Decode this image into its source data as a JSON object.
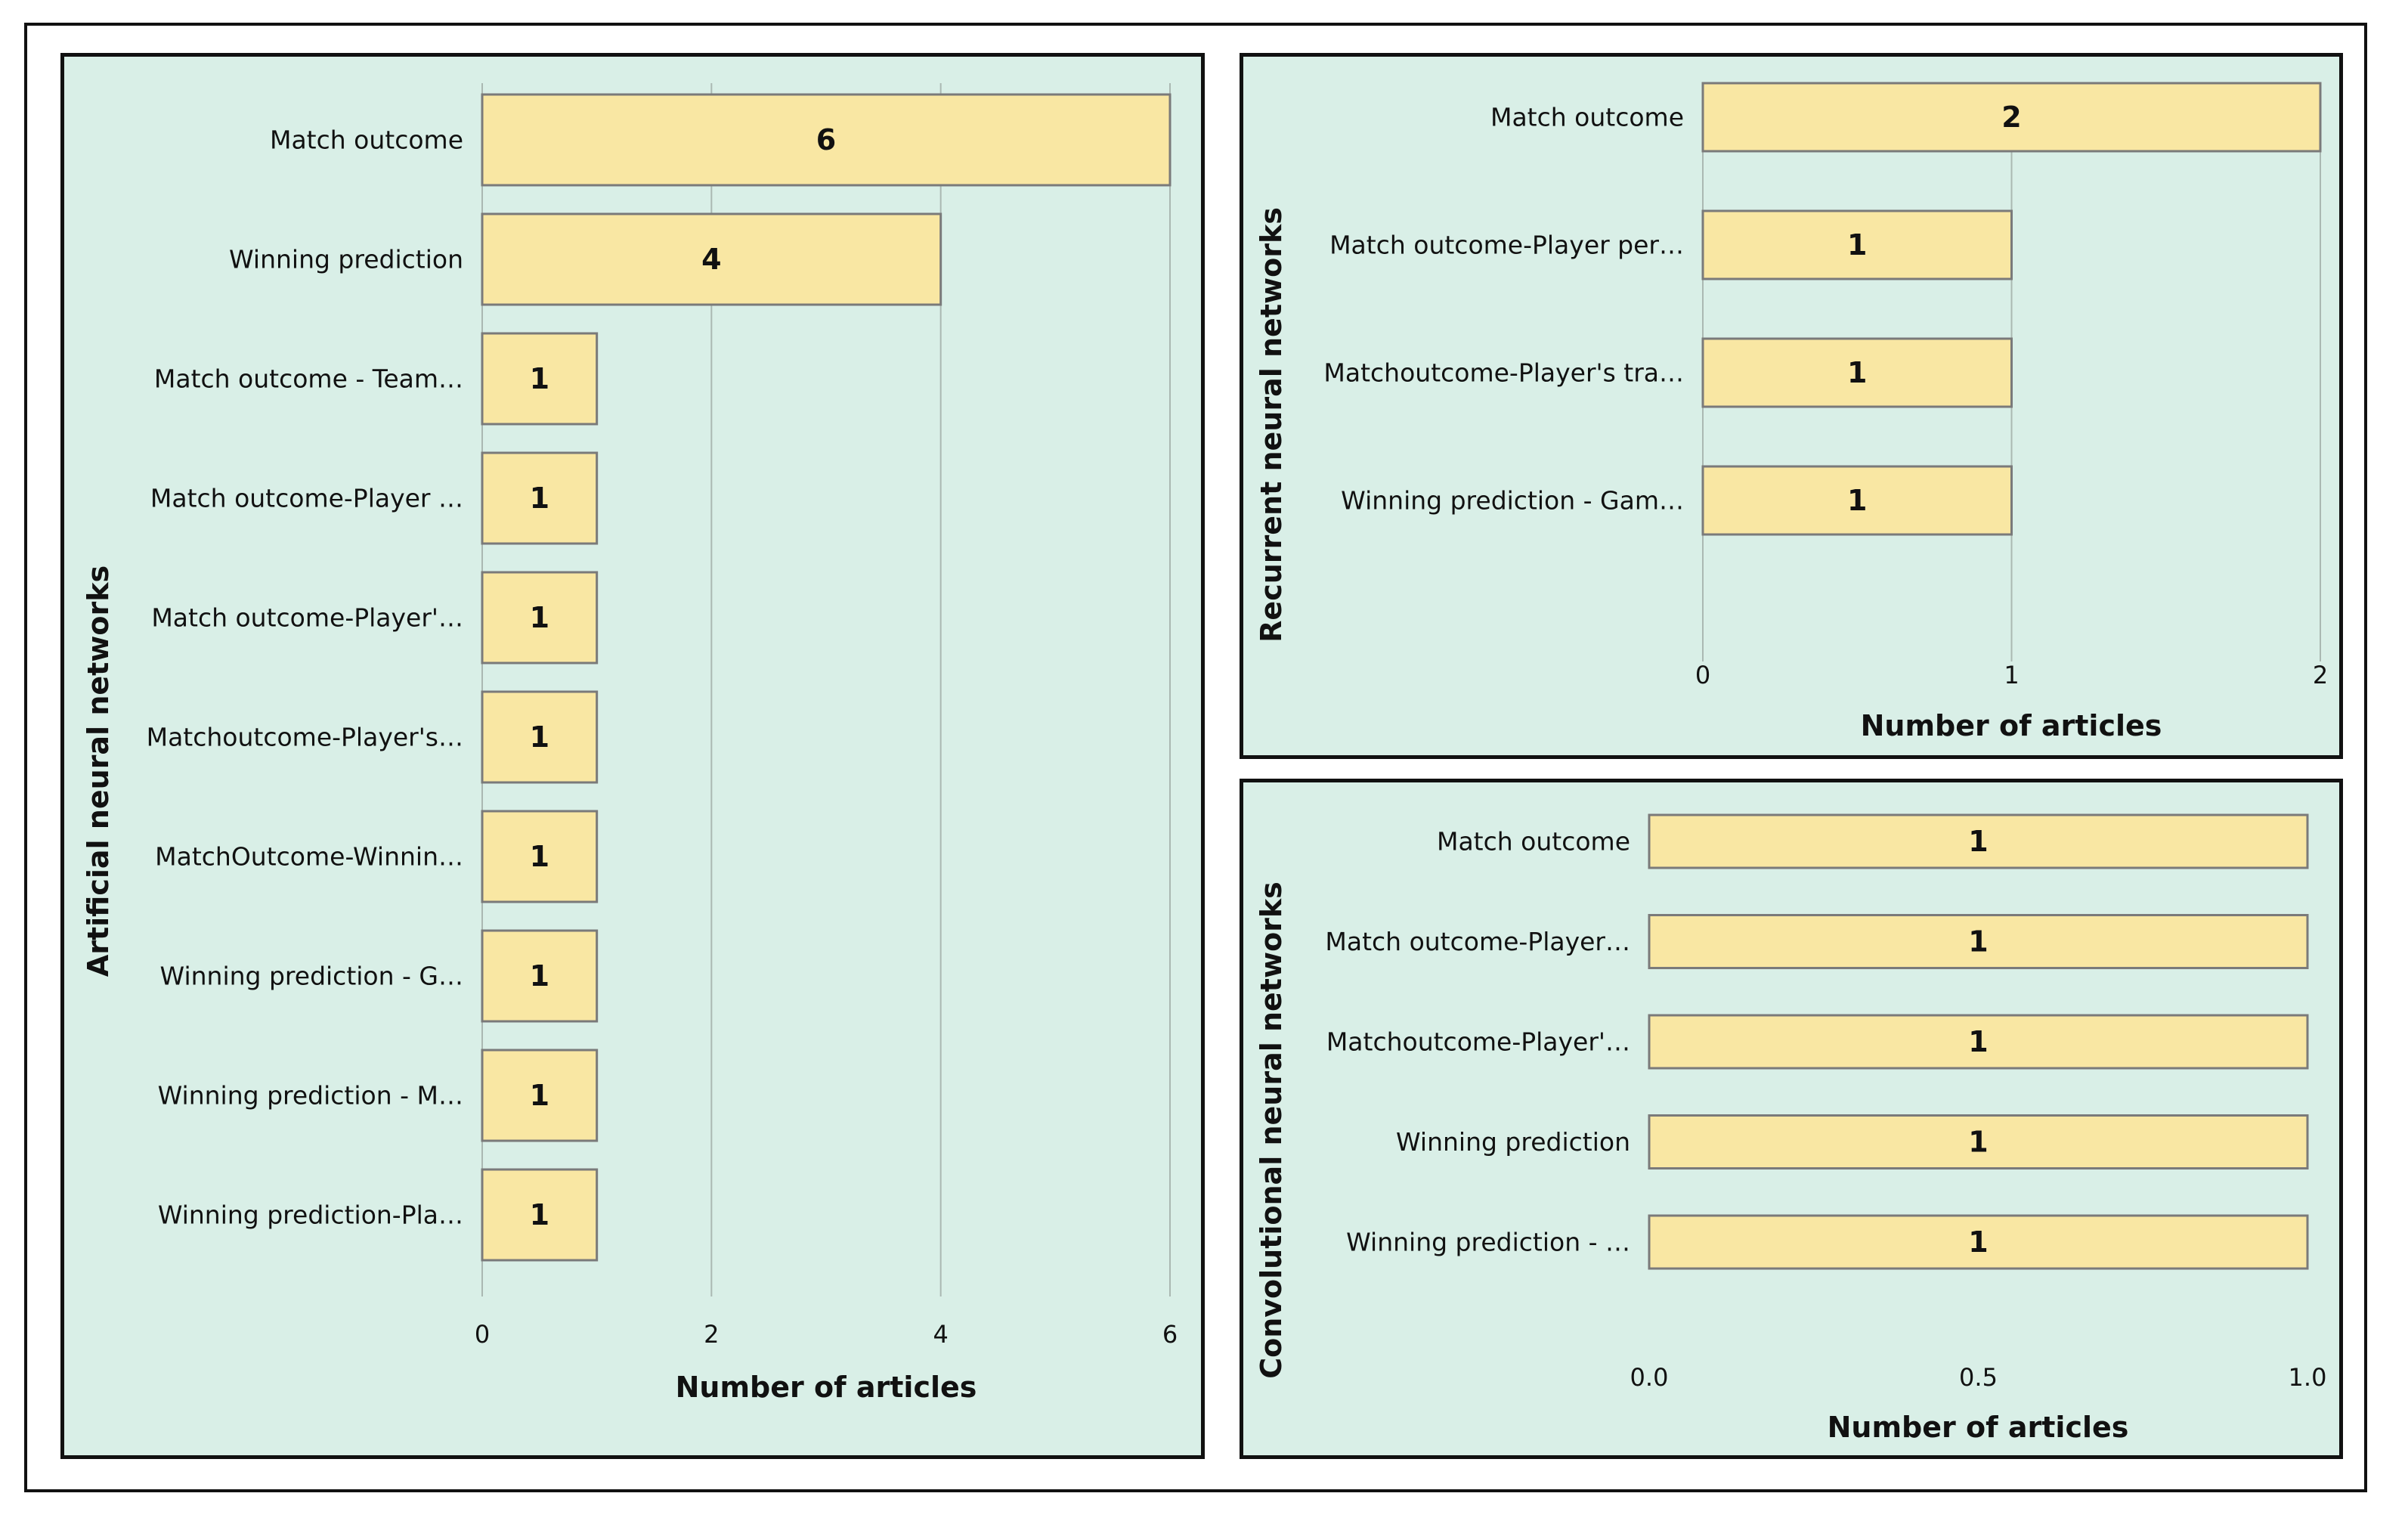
{
  "chart_data": [
    {
      "type": "bar",
      "orientation": "horizontal",
      "ylabel": "Artificial neural networks",
      "xlabel": "Number of articles",
      "categories": [
        "Match outcome",
        "Winning prediction",
        "Match outcome - Team…",
        "Match outcome-Player …",
        "Match outcome-Player'…",
        "Matchoutcome-Player's…",
        "MatchOutcome-Winnin…",
        "Winning prediction - G…",
        "Winning prediction - M…",
        "Winning prediction-Pla…"
      ],
      "values": [
        6,
        4,
        1,
        1,
        1,
        1,
        1,
        1,
        1,
        1
      ],
      "xlim": [
        0,
        6
      ],
      "xticks": [
        0,
        2,
        4,
        6
      ],
      "xtick_labels": [
        "0",
        "2",
        "4",
        "6"
      ],
      "grid": true
    },
    {
      "type": "bar",
      "orientation": "horizontal",
      "ylabel": "Recurrent neural networks",
      "xlabel": "Number of articles",
      "categories": [
        "Match outcome",
        "Match outcome-Player per…",
        "Matchoutcome-Player's tra…",
        "Winning prediction - Gam…"
      ],
      "values": [
        2,
        1,
        1,
        1
      ],
      "xlim": [
        0,
        2
      ],
      "xticks": [
        0,
        1,
        2
      ],
      "xtick_labels": [
        "0",
        "1",
        "2"
      ],
      "grid": true
    },
    {
      "type": "bar",
      "orientation": "horizontal",
      "ylabel": "Convolutional neural networks",
      "xlabel": "Number of articles",
      "categories": [
        "Match outcome",
        "Match outcome-Player…",
        "Matchoutcome-Player'…",
        "Winning prediction",
        "Winning prediction - …"
      ],
      "values": [
        1,
        1,
        1,
        1,
        1
      ],
      "xlim": [
        0,
        1
      ],
      "xticks": [
        0,
        0.5,
        1
      ],
      "xtick_labels": [
        "0.0",
        "0.5",
        "1.0"
      ],
      "grid": false
    }
  ],
  "colors": {
    "bar_fill": "#f9e7a3",
    "bar_stroke": "#7a7a7a",
    "panel_bg": "#d9efe7",
    "grid": "#aab8b2"
  }
}
